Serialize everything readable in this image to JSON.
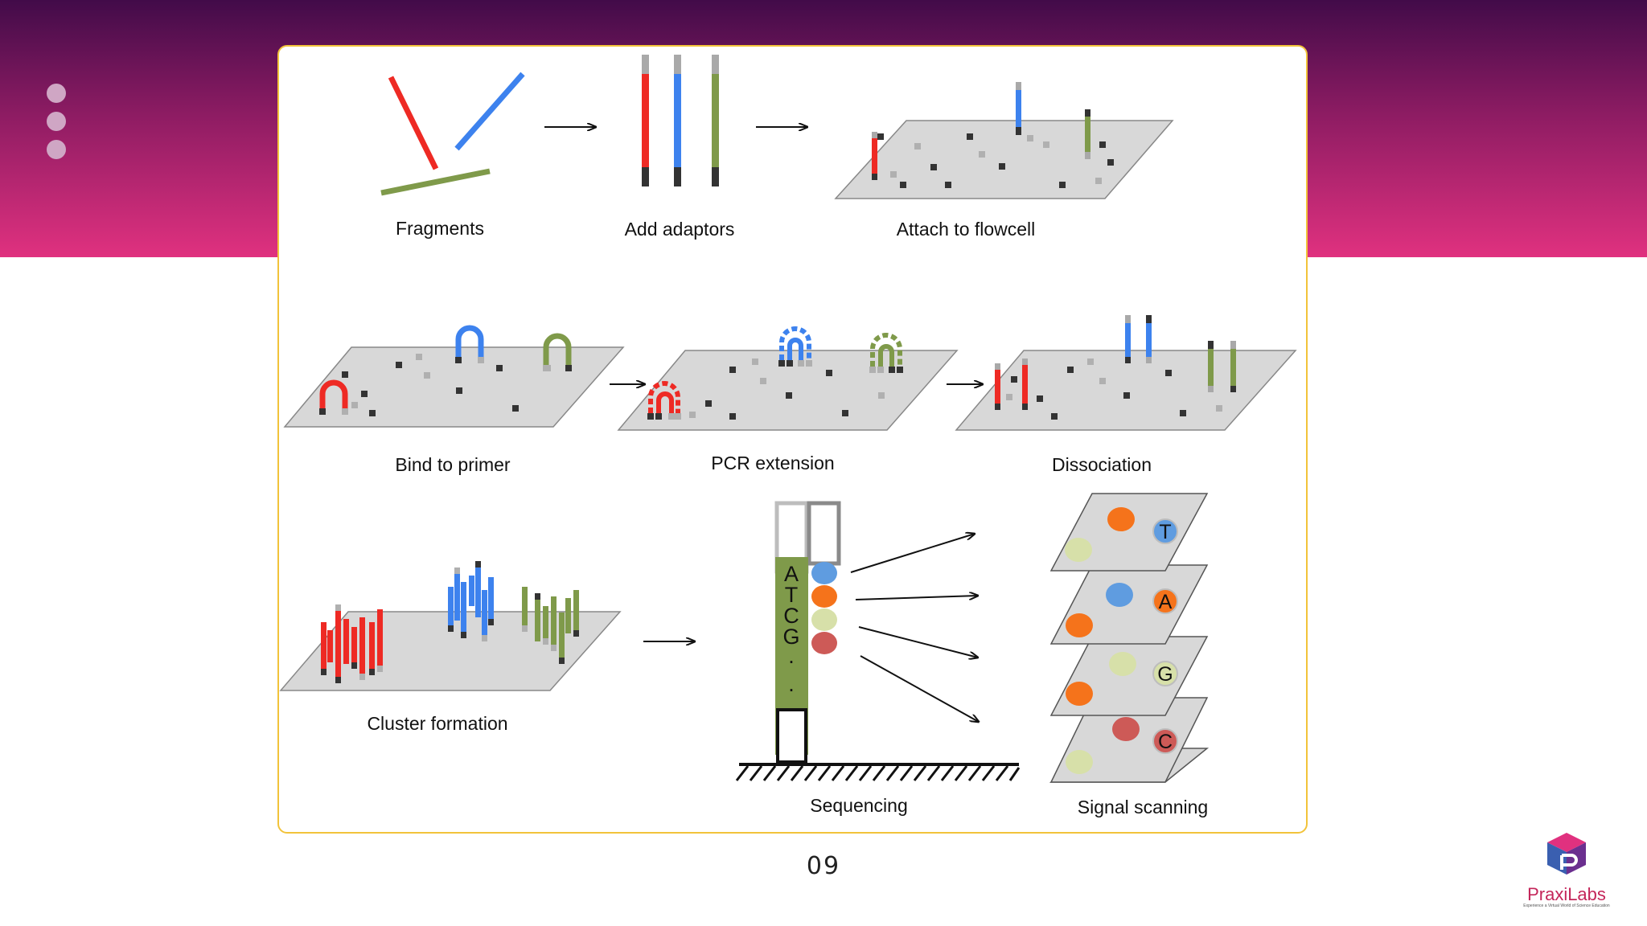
{
  "slide": {
    "page_number": "09",
    "brand": "PraxiLabs",
    "brand_tagline": "Experience a Virtual World of Science Education"
  },
  "diagram": {
    "steps": {
      "fragments": "Fragments",
      "add_adaptors": "Add adaptors",
      "attach": "Attach to flowcell",
      "bind": "Bind to primer",
      "pcr": "PCR extension",
      "dissociation": "Dissociation",
      "cluster": "Cluster formation",
      "sequencing": "Sequencing",
      "scanning": "Signal scanning"
    },
    "sequence_letters": [
      "A",
      "T",
      "C",
      "G",
      "·",
      "·"
    ],
    "signal_letters": [
      "T",
      "A",
      "G",
      "C"
    ]
  },
  "colors": {
    "red": "#ee2a24",
    "blue": "#3d82ee",
    "green": "#7f9a4a",
    "orange": "#f5731b",
    "pale": "#d7e0a9",
    "rose": "#cd5a57",
    "lightblue": "#5f9ce0",
    "surface": "#d8d8d8",
    "frame": "#f2c33a"
  }
}
